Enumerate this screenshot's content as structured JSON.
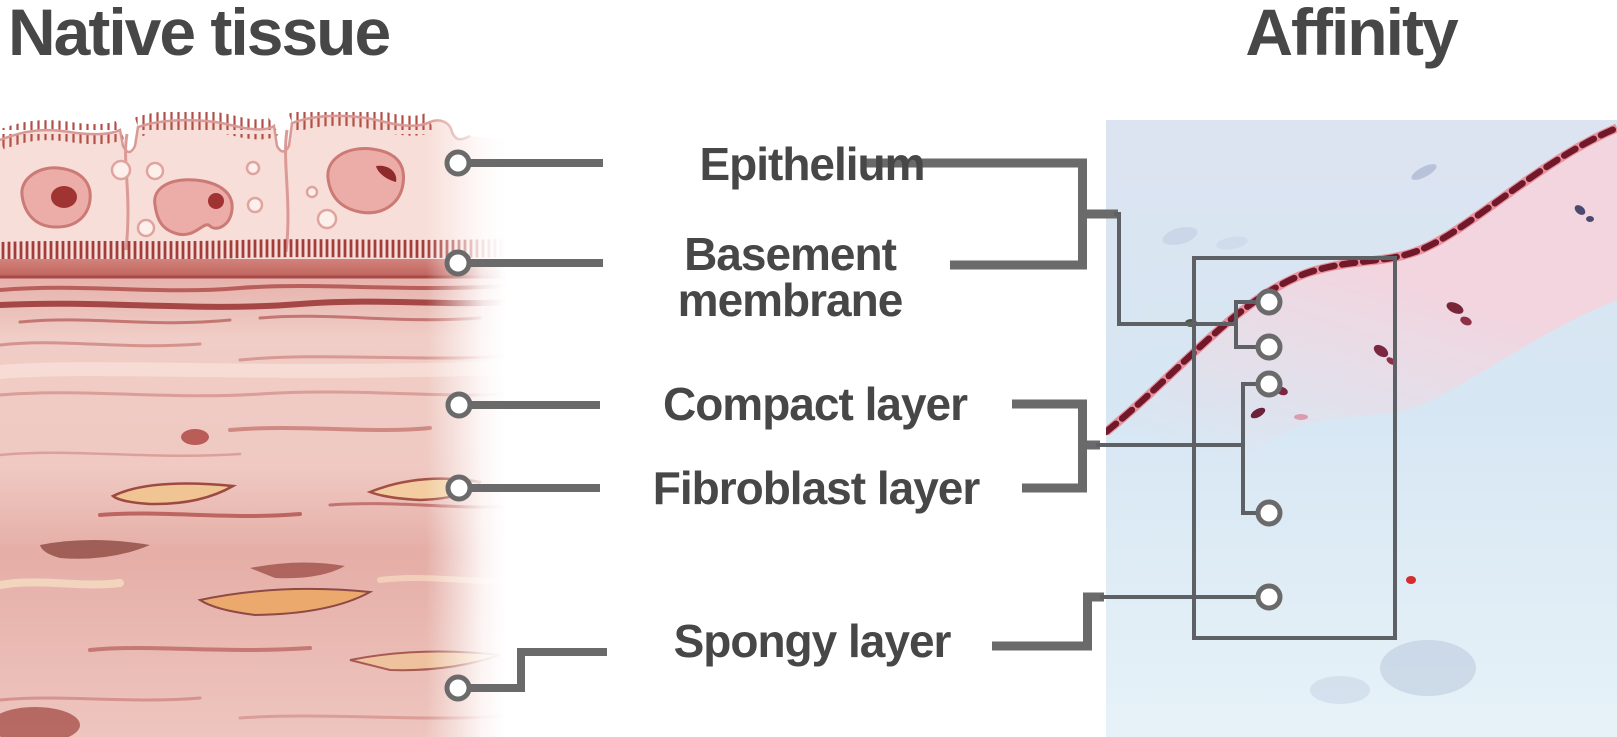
{
  "titles": {
    "left": "Native tissue",
    "right": "Affinity"
  },
  "labels": {
    "epithelium": "Epithelium",
    "basement_membrane": "Basement membrane",
    "compact_layer": "Compact layer",
    "fibroblast_layer": "Fibroblast layer",
    "spongy_layer": "Spongy layer"
  },
  "markers": {
    "native_tissue_markers": 5,
    "affinity_markers": 5
  },
  "colors": {
    "text": "#474747",
    "connector_line": "#6a6a6a",
    "thin_line": "#5d6165",
    "marker_fill": "#ffffff",
    "native_tissue_pink": "#eec3bc",
    "native_tissue_dark_red": "#a03b3c",
    "native_tissue_cream": "#f1c493",
    "affinity_background_blue": "#dbe6f2",
    "affinity_membrane_pink": "#f3d4de",
    "affinity_epithelium_dark": "#72182b"
  }
}
